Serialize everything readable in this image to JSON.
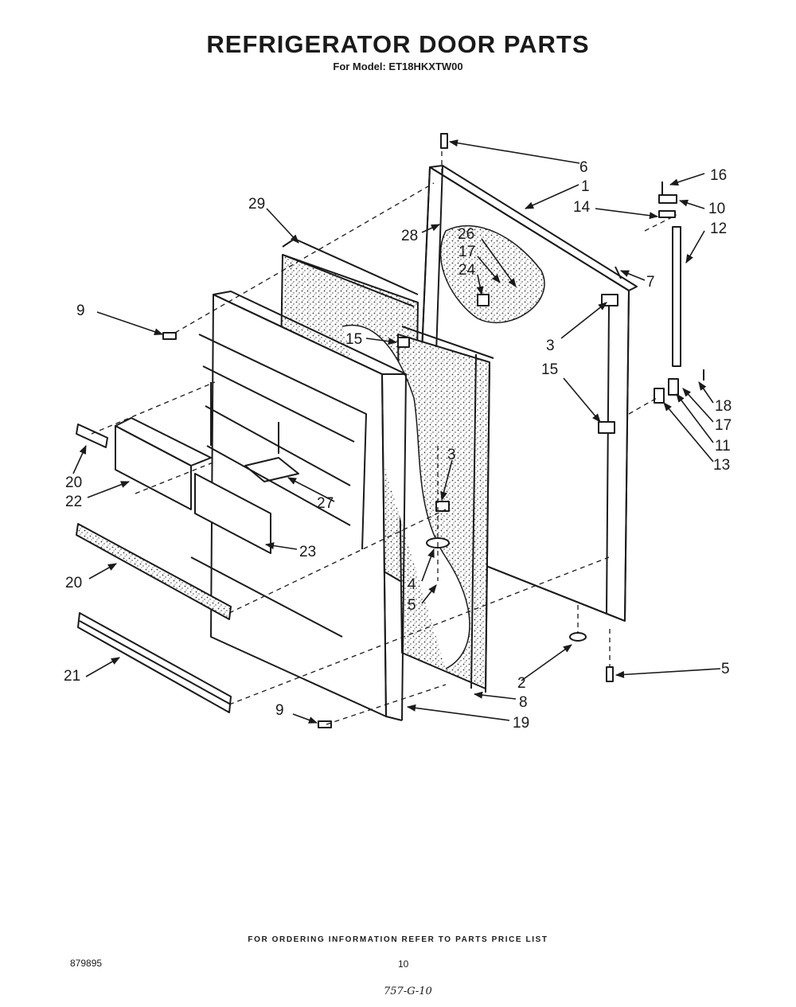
{
  "title": "REFRIGERATOR DOOR PARTS",
  "subtitle": "For Model: ET18HKXTW00",
  "callouts": [
    "6",
    "1",
    "16",
    "10",
    "14",
    "12",
    "29",
    "28",
    "26",
    "17",
    "24",
    "7",
    "9",
    "15",
    "3",
    "15",
    "18",
    "17",
    "11",
    "13",
    "20",
    "22",
    "27",
    "3",
    "23",
    "4",
    "5",
    "20",
    "5",
    "2",
    "21",
    "8",
    "9",
    "19"
  ],
  "footer": {
    "note": "FOR ORDERING INFORMATION REFER TO PARTS PRICE LIST",
    "doc_number": "879895",
    "page_number": "10",
    "handwritten": "757-G-10"
  }
}
